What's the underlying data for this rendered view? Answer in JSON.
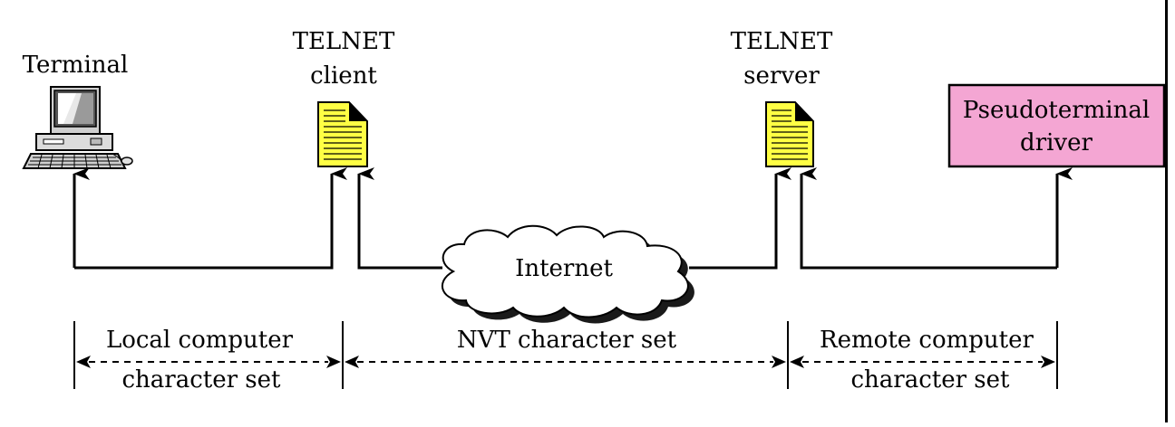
{
  "labels": {
    "terminal": "Terminal",
    "client_line1": "TELNET",
    "client_line2": "client",
    "server_line1": "TELNET",
    "server_line2": "server",
    "pty_line1": "Pseudoterminal",
    "pty_line2": "driver",
    "internet": "Internet"
  },
  "ranges": {
    "local_line1": "Local  computer",
    "local_line2": "character set",
    "nvt": "NVT character set",
    "remote_line1": "Remote computer",
    "remote_line2": "character set"
  },
  "colors": {
    "document_fill": "#ffff44",
    "pty_fill": "#f4a6d3",
    "line": "#000000",
    "cloud_shadow": "#1a1a1a"
  },
  "icons": {
    "terminal": "desktop-computer-icon",
    "client": "document-icon",
    "server": "document-icon",
    "internet": "cloud-icon"
  }
}
